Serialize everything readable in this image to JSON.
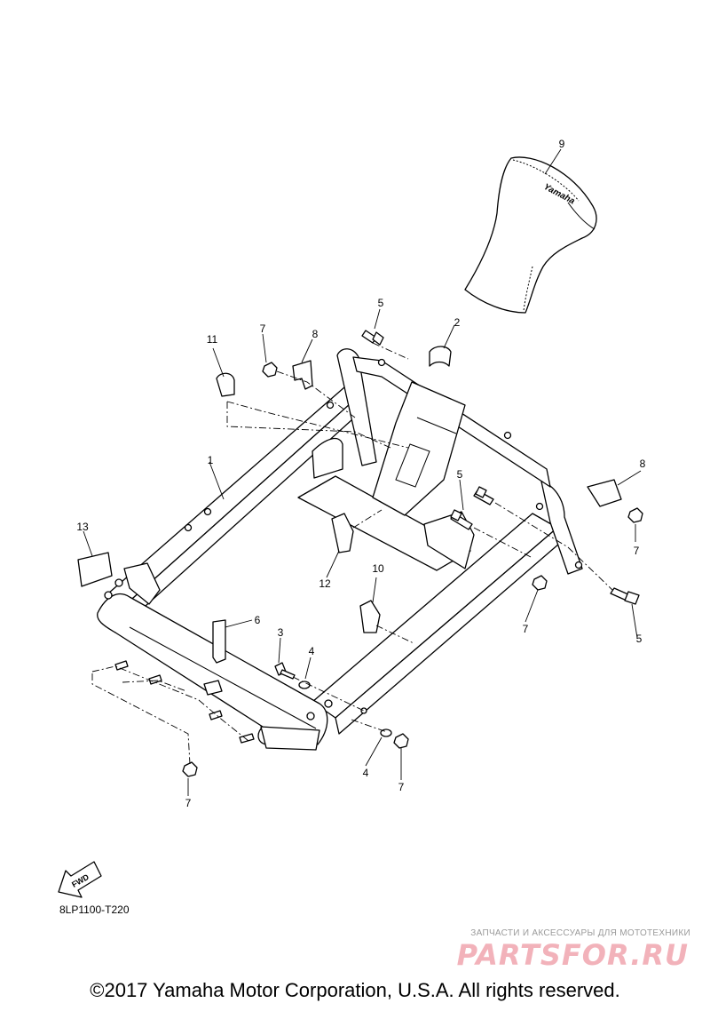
{
  "diagram": {
    "callouts": [
      {
        "id": "c1",
        "label": "1"
      },
      {
        "id": "c2",
        "label": "2"
      },
      {
        "id": "c3",
        "label": "3"
      },
      {
        "id": "c4a",
        "label": "4"
      },
      {
        "id": "c4b",
        "label": "4"
      },
      {
        "id": "c5a",
        "label": "5"
      },
      {
        "id": "c5b",
        "label": "5"
      },
      {
        "id": "c5c",
        "label": "5"
      },
      {
        "id": "c6",
        "label": "6"
      },
      {
        "id": "c7a",
        "label": "7"
      },
      {
        "id": "c7b",
        "label": "7"
      },
      {
        "id": "c7c",
        "label": "7"
      },
      {
        "id": "c7d",
        "label": "7"
      },
      {
        "id": "c7e",
        "label": "7"
      },
      {
        "id": "c8a",
        "label": "8"
      },
      {
        "id": "c8b",
        "label": "8"
      },
      {
        "id": "c9",
        "label": "9"
      },
      {
        "id": "c10",
        "label": "10"
      },
      {
        "id": "c11",
        "label": "11"
      },
      {
        "id": "c12",
        "label": "12"
      },
      {
        "id": "c13",
        "label": "13"
      }
    ],
    "fwd_label": "FWD",
    "cover_text": "Yamaha",
    "diagram_code": "8LP1100-T220"
  },
  "watermark": {
    "tagline": "ЗАПЧАСТИ И АКСЕССУАРЫ ДЛЯ МОТОТЕХНИКИ",
    "brand": "PARTSFOR.RU"
  },
  "footer": {
    "copyright": "©2017 Yamaha Motor Corporation, U.S.A. All rights reserved."
  }
}
